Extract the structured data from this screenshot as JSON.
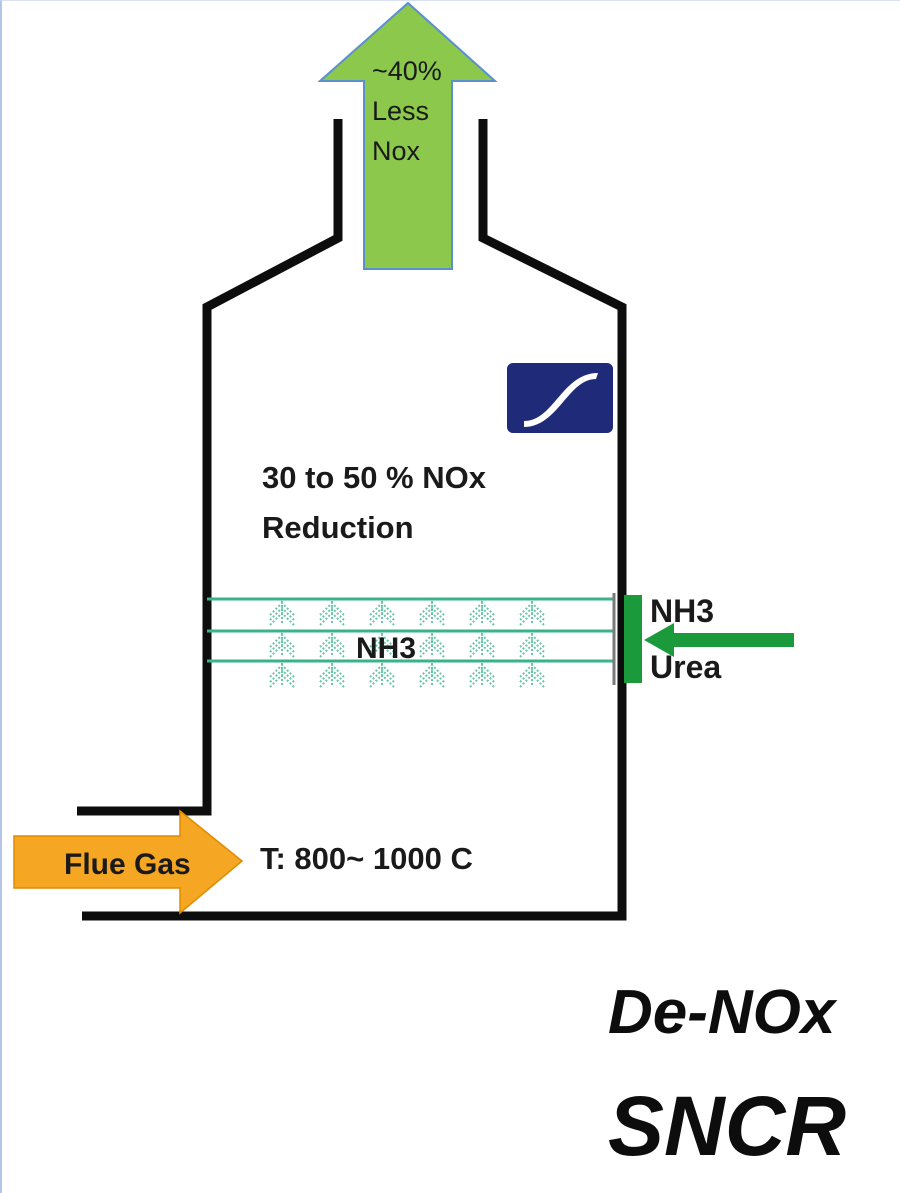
{
  "outlet_arrow": {
    "line1": "~40%",
    "line2": "Less",
    "line3": "Nox",
    "color": "#8cc84b"
  },
  "reactor": {
    "reduction_line1": "30 to 50 % NOx",
    "reduction_line2": "Reduction",
    "temperature": "T: 800~ 1000 C",
    "wall_color": "#0d0d0d"
  },
  "injection": {
    "inner_label": "NH3",
    "reagent_line1": "NH3",
    "reagent_line2": "Urea",
    "color": "#1a9a3a",
    "grid_color": "#39b38a"
  },
  "inlet_arrow": {
    "label": "Flue Gas",
    "color": "#f5a623"
  },
  "logo": {
    "name": "s-curve-logo",
    "color": "#1f2a78"
  },
  "title": {
    "line1": "De-NOx",
    "line2": "SNCR"
  }
}
